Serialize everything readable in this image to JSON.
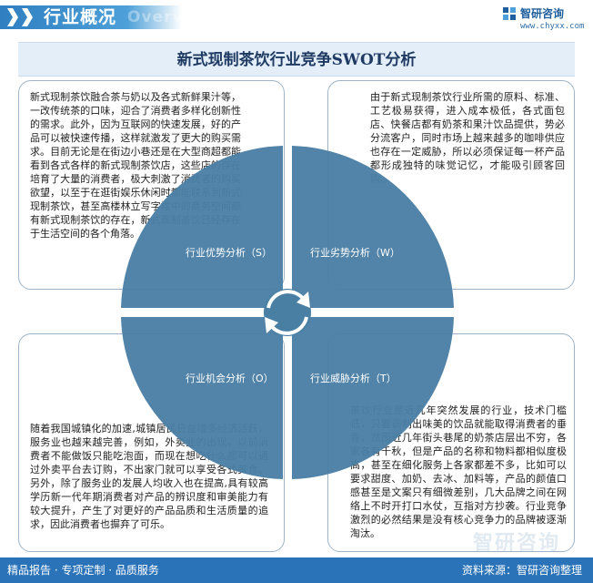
{
  "header": {
    "title": "行业概况",
    "subtitle_en": "Overview",
    "accent_color": "#2f7fc1"
  },
  "brand": {
    "name": "智研咨询",
    "url": "www.chyxx.com",
    "logo_icon": "brand-logo-icon"
  },
  "diagram": {
    "title": "新式现制茶饮行业竞争SWOT分析",
    "quadrant_color": "#4a7fa4",
    "strengths": {
      "label": "行业优势分析（S）",
      "text": "新式现制茶饮融合茶与奶以及各式新鲜果汁等，一改传统茶的口味，迎合了消费者多样化创新性的需求。此外，因为互联网的快速发展，好的产品可以被快速传播，这样就激发了更大的购买需求。目前无论是在街边小巷还是在大型商超都能看到各式各样的新式现制茶饮店，这些店的存在培育了大量的消费者，极大刺激了消费者的购买欲望，以至于在逛街娱乐休闲时都能联系到新式现制茶饮，甚至高楼林立写字楼中的商务空间都有新式现制茶饮的存在，新式现制茶饮已经存在于生活空间的各个角落。"
    },
    "weaknesses": {
      "label": "行业劣势分析（W）",
      "text": "由于新式现制茶饮行业所需的原料、标准、工艺极易获得，进入成本极低，各式面包店、快餐店都有奶茶和果汁饮品提供，势必分流客户，同时市场上越来越多的咖啡供应也存在一定威胁，所以必须保证每一杯产品都形成独特的味觉记忆，才能吸引顾客回购。"
    },
    "opportunities": {
      "label": "行业机会分析（O）",
      "text": "随着我国城镇化的加速,城镇居民日益增多经济活跃，服务业也越来越完善，例如，外卖业的出现，以前消费者不能做饭只能吃泡面，而现在想吃什么都可以通过外卖平台去订购，不出家门就可以享受各式美食。另外，除了服务业的发展人均收入也在提高,具有较高学历新一代年期消费者对产品的辨识度和审美能力有较大提升，产生了对更好的产品品质和生活质量的追求，因此消费者也摒弃了可乐。"
    },
    "threats": {
      "label": "行业威胁分析（T）",
      "text": "茶饮行业是近几年突然发展的行业，技术门槛低，只要调制出味美的饮品就能取得消费者的垂青，然而近几年街头巷尾的奶茶店层出不穷，各家各有千秋，但是产品的名称和物料都相似度极高，甚至在细化服务上各家都差不多，比如可以要求甜度、加奶、去冰、加料等，产品的颜值口感甚至是文案只有细微差别，几大品牌之间在网络上不时开打口水仗，互指对方抄袭。行业竞争激烈的必然结果是没有核心竞争力的品牌被逐渐淘汰。"
    },
    "center_icon": "cycle-arrows-icon"
  },
  "footer": {
    "left": "精品报告 · 专项定制 · 品质服务",
    "right": "资料来源：智研咨询整理",
    "watermark": "智研咨询",
    "color": "#2a73b8"
  }
}
